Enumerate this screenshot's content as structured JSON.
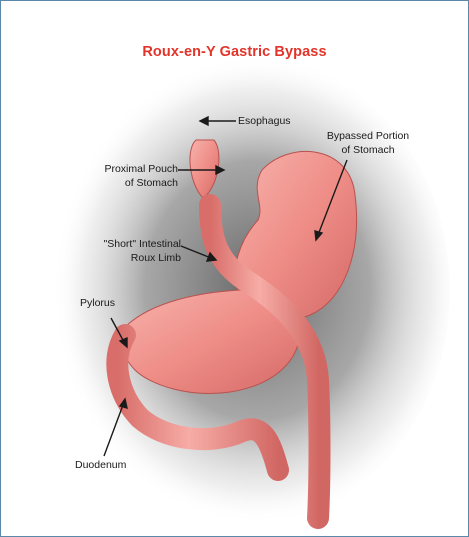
{
  "title": "Roux-en-Y Gastric Bypass",
  "labels": {
    "esophagus": "Esophagus",
    "bypassed_line1": "Bypassed Portion",
    "bypassed_line2": "of Stomach",
    "pouch_line1": "Proximal Pouch",
    "pouch_line2": "of Stomach",
    "roux_line1": "\"Short\" Intestinal",
    "roux_line2": "Roux Limb",
    "pylorus": "Pylorus",
    "duodenum": "Duodenum"
  },
  "colors": {
    "title": "#e2342a",
    "tissue": "#f08a86",
    "tissue_light": "#f7b3ad",
    "tissue_dark": "#c85a58",
    "shadow": "#6b6b6b",
    "frame": "#5b87a8"
  }
}
